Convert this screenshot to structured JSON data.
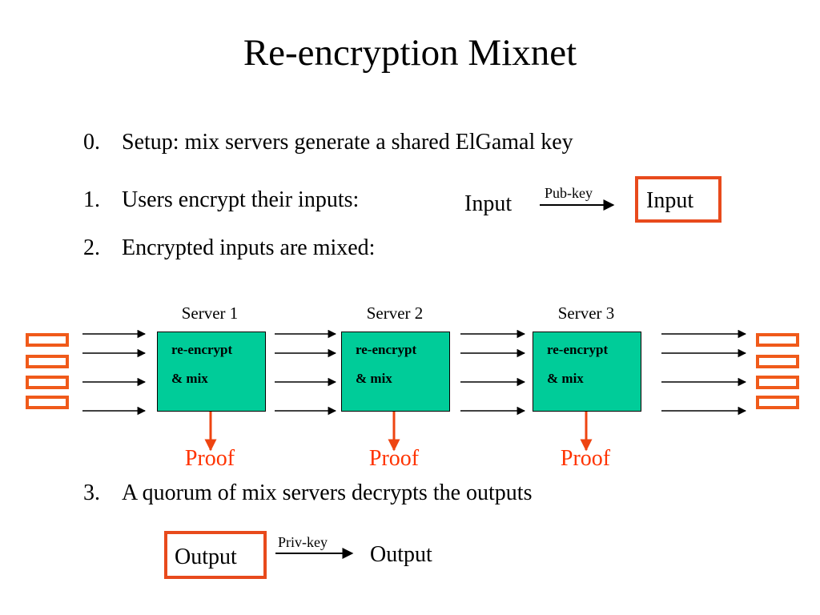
{
  "title": "Re-encryption Mixnet",
  "steps": [
    {
      "num": "0.",
      "text": "Setup: mix servers generate a shared ElGamal key"
    },
    {
      "num": "1.",
      "text": "Users encrypt their inputs:"
    },
    {
      "num": "2.",
      "text": "Encrypted inputs are mixed:"
    },
    {
      "num": "3.",
      "text": "A quorum of mix servers decrypts the outputs"
    }
  ],
  "encryption": {
    "plain_label": "Input",
    "key_label": "Pub-key",
    "cipher_label": "Input"
  },
  "servers": [
    {
      "name": "Server 1",
      "line1": "re-encrypt",
      "line2": "& mix",
      "proof": "Proof"
    },
    {
      "name": "Server 2",
      "line1": "re-encrypt",
      "line2": "& mix",
      "proof": "Proof"
    },
    {
      "name": "Server 3",
      "line1": "re-encrypt",
      "line2": "& mix",
      "proof": "Proof"
    }
  ],
  "decryption": {
    "cipher_label": "Output",
    "key_label": "Priv-key",
    "plain_label": "Output"
  },
  "colors": {
    "accent": "#ff3300",
    "box_border": "#e84a1c",
    "server_fill": "#00cc99"
  }
}
